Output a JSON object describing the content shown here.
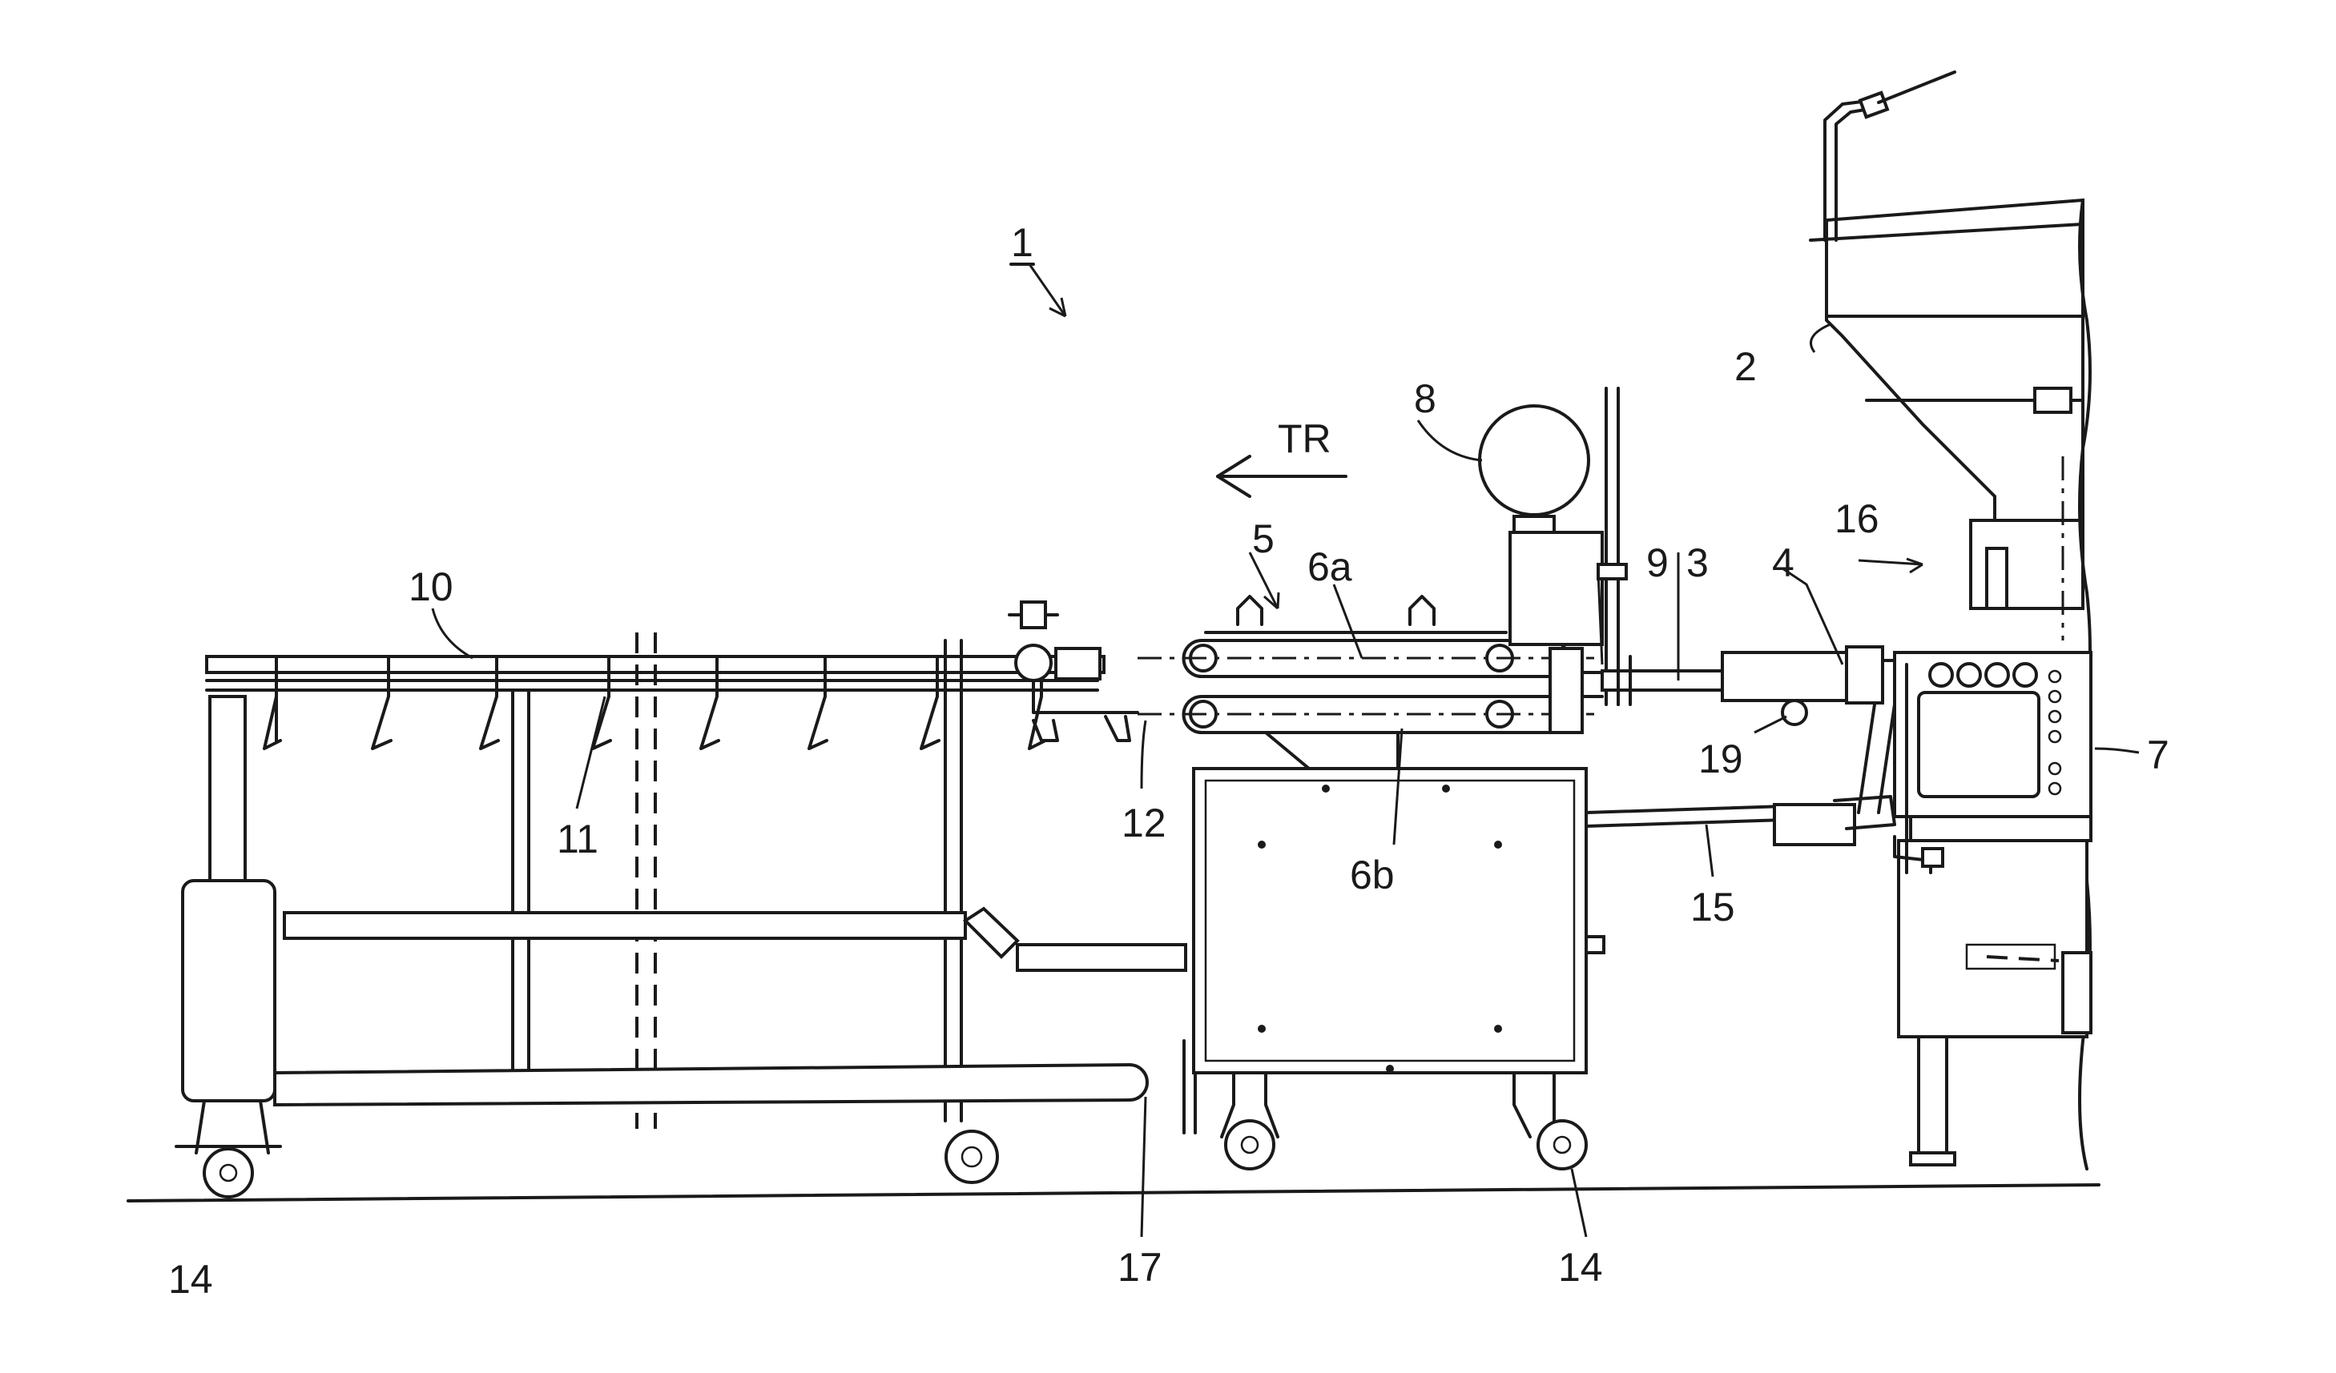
{
  "labels": {
    "machine": "1",
    "hopper": "2",
    "tube": "3",
    "part4": "4",
    "part5": "5",
    "belt_top": "6a",
    "belt_bottom": "6b",
    "housing": "7",
    "reel": "8",
    "part9": "9",
    "rail": "10",
    "hooks": "11",
    "part12": "12",
    "part15": "15",
    "part16": "16",
    "part17": "17",
    "part19": "19",
    "wheels_left": "14",
    "wheels_mid": "14",
    "direction": "TR"
  }
}
